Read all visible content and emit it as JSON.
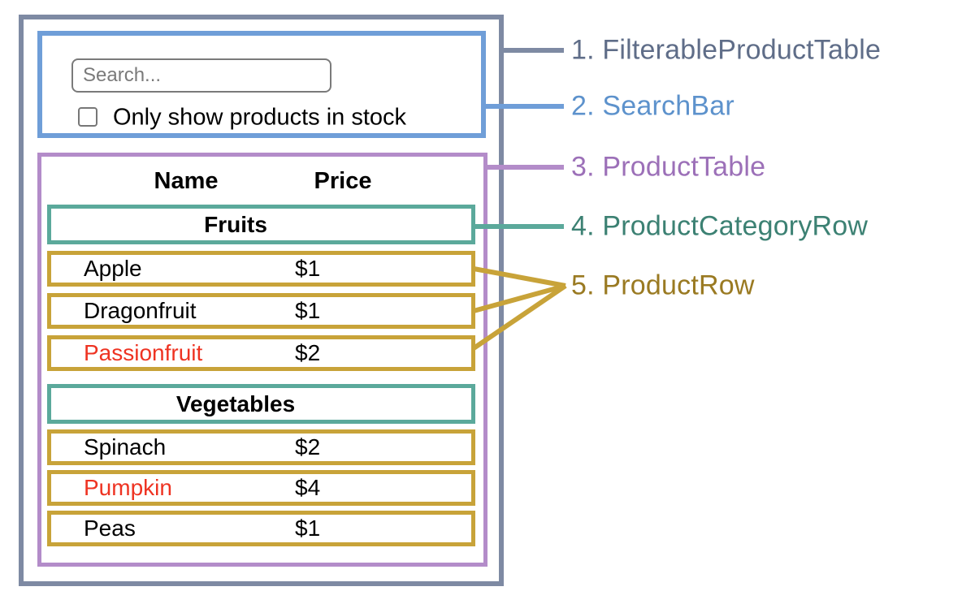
{
  "colors": {
    "outer": "#7e8aa3",
    "outer-text": "#5f6d88",
    "blue": "#6f9ed8",
    "blue-text": "#5d92cc",
    "purple": "#b38cc9",
    "purple-text": "#9c70b8",
    "teal": "#5ba99b",
    "teal-text": "#3c8173",
    "gold": "#c8a339",
    "gold-text": "#9a7a22",
    "red": "#ee3322",
    "input-border": "#7a7a7a",
    "muted": "#7a7a7a"
  },
  "search_bar": {
    "input_placeholder": "Search...",
    "input_value": "",
    "checkbox_label": "Only show products in stock",
    "checkbox_checked": false
  },
  "table": {
    "headers": [
      "Name",
      "Price"
    ],
    "sections": [
      {
        "category": "Fruits",
        "rows": [
          {
            "name": "Apple",
            "price": "$1",
            "red": false
          },
          {
            "name": "Dragonfruit",
            "price": "$1",
            "red": false
          },
          {
            "name": "Passionfruit",
            "price": "$2",
            "red": true
          }
        ]
      },
      {
        "category": "Vegetables",
        "rows": [
          {
            "name": "Spinach",
            "price": "$2",
            "red": false
          },
          {
            "name": "Pumpkin",
            "price": "$4",
            "red": true
          },
          {
            "name": "Peas",
            "price": "$1",
            "red": false
          }
        ]
      }
    ]
  },
  "legend": [
    {
      "label": "1. FilterableProductTable",
      "color": "#5f6d88"
    },
    {
      "label": "2. SearchBar",
      "color": "#5d92cc"
    },
    {
      "label": "3. ProductTable",
      "color": "#9c70b8"
    },
    {
      "label": "4. ProductCategoryRow",
      "color": "#3c8173"
    },
    {
      "label": "5. ProductRow",
      "color": "#9a7a22"
    }
  ]
}
